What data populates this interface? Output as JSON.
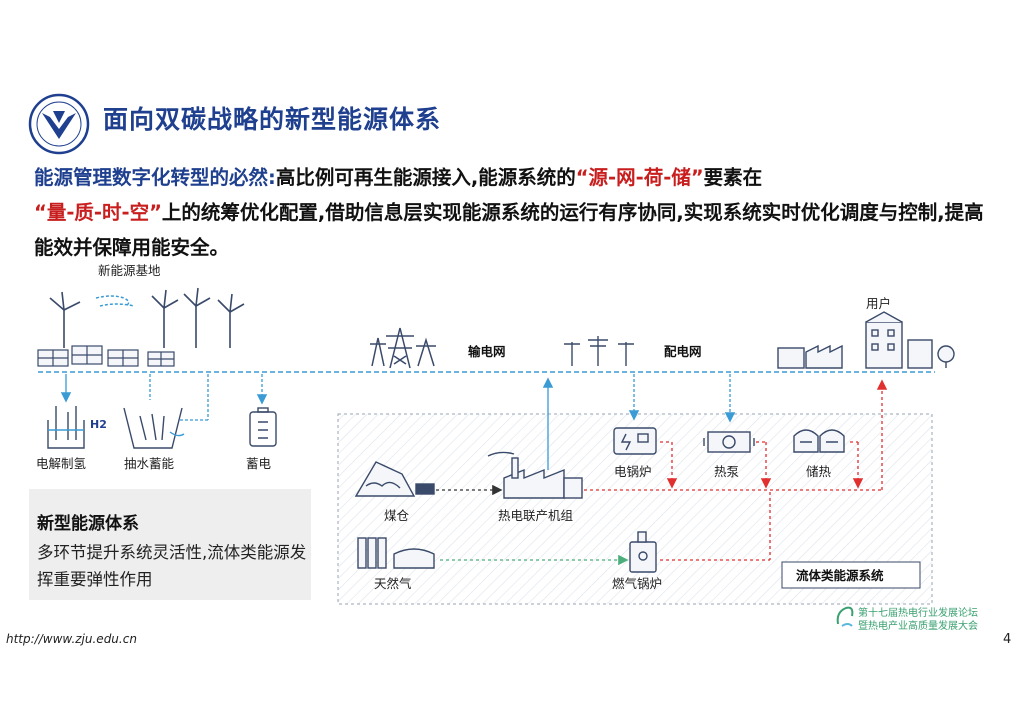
{
  "slide": {
    "title": "面向双碳战略的新型能源体系",
    "para_prefix": "能源管理数字化转型的必然:",
    "para_text1": "高比例可再生能源接入,能源系统的",
    "para_highlight1": "“源-网-荷-储”",
    "para_text2": "要素在",
    "para_highlight2": "“量-质-时-空”",
    "para_text3": "上的统筹优化配置,借助信息层实现能源系统的运行有序协同,实现系统实时优化调度与控制,提高能效并保障用能安全。"
  },
  "diagram": {
    "labels": {
      "new_energy_base": "新能源基地",
      "user": "用户",
      "transmission": "输电网",
      "distribution": "配电网",
      "electrolysis": "电解制氢",
      "h2": "H2",
      "pumped_storage": "抽水蓄能",
      "battery": "蓄电",
      "coal_storage": "煤仓",
      "chp": "热电联产机组",
      "electric_boiler": "电锅炉",
      "heat_pump": "热泵",
      "heat_storage": "储热",
      "natural_gas": "天然气",
      "gas_boiler": "燃气锅炉",
      "fluid_system": "流体类能源系统"
    },
    "colors": {
      "electric_line": "#3a9bd5",
      "heat_line": "#e03030",
      "gas_line": "#4cae7a",
      "coal_line": "#333333",
      "icon": "#3a4a6a"
    }
  },
  "sidebox": {
    "title": "新型能源体系",
    "text": "多环节提升系统灵活性,流体类能源发挥重要弹性作用"
  },
  "footer": {
    "url": "http://www.zju.edu.cn",
    "page": "4",
    "conference_line1": "第十七届热电行业发展论坛",
    "conference_line2": "暨热电产业高质量发展大会"
  }
}
